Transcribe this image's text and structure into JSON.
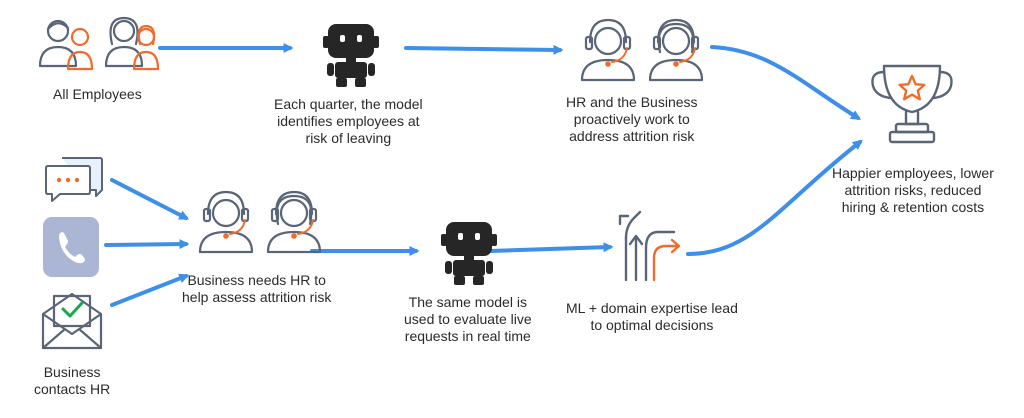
{
  "colors": {
    "arrow": "#3d8fe8",
    "icon_line": "#5a6577",
    "accent": "#f26b2a",
    "bubble_fill": "#e8f1fb",
    "phone_tile": "#aab6d3",
    "check": "#1aa64b"
  },
  "nodes": {
    "all_employees": {
      "icon": "employees-icon",
      "label": [
        "All Employees"
      ]
    },
    "model_quarterly": {
      "icon": "robot-icon",
      "label": [
        "Each quarter, the model",
        "identifies employees at",
        "risk of leaving"
      ]
    },
    "hr_business_top": {
      "icon": "headset-agents-icon",
      "label": [
        "HR and the Business",
        "proactively work to",
        "address attrition risk"
      ]
    },
    "outcome": {
      "icon": "trophy-icon",
      "label": [
        "Happier employees, lower",
        "attrition risks, reduced",
        "hiring & retention costs"
      ]
    },
    "chat_channel": {
      "icon": "chat-bubbles-icon"
    },
    "phone_channel": {
      "icon": "phone-icon"
    },
    "email_channel": {
      "icon": "envelope-check-icon",
      "label": [
        "Business",
        "contacts HR"
      ]
    },
    "hr_business_bottom": {
      "icon": "headset-agents-icon",
      "label": [
        "Business needs HR to",
        "help assess attrition risk"
      ]
    },
    "model_realtime": {
      "icon": "robot-icon",
      "label": [
        "The same model is",
        "used to evaluate live",
        "requests in real time"
      ]
    },
    "decisions": {
      "icon": "decision-arrows-icon",
      "label": [
        "ML + domain expertise lead",
        "to optimal decisions"
      ]
    }
  }
}
